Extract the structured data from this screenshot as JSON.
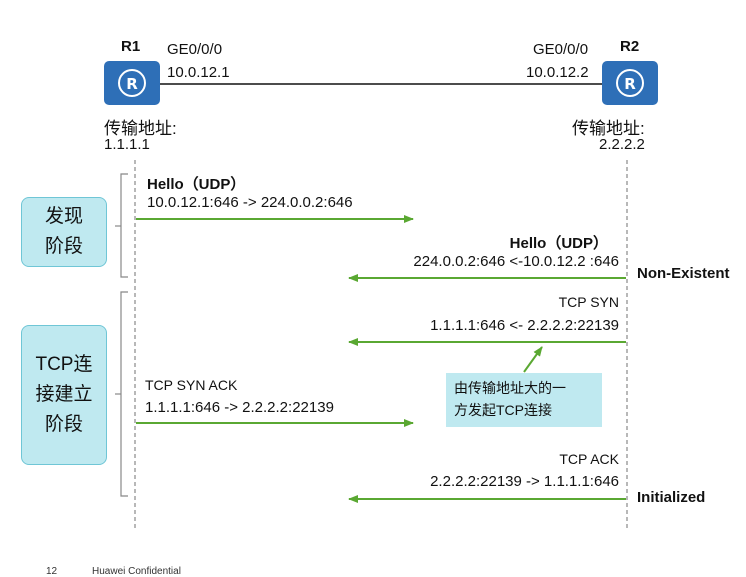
{
  "routers": {
    "r1": {
      "name": "R1",
      "interface": "GE0/0/0",
      "ip": "10.0.12.1",
      "transport_label": "传输地址:",
      "transport_addr": "1.1.1.1",
      "icon": "router-icon"
    },
    "r2": {
      "name": "R2",
      "interface": "GE0/0/0",
      "ip": "10.0.12.2",
      "transport_label": "传输地址:",
      "transport_addr": "2.2.2.2",
      "icon": "router-icon"
    }
  },
  "phases": {
    "discovery": {
      "line1": "发现",
      "line2": "阶段"
    },
    "tcp": {
      "line1": "TCP连",
      "line2": "接建立",
      "line3": "阶段"
    }
  },
  "messages": [
    {
      "title": "Hello（UDP）",
      "detail": "10.0.12.1:646 -> 224.0.0.2:646",
      "direction": "right"
    },
    {
      "title": "Hello（UDP）",
      "detail": "224.0.0.2:646 <-10.0.12.2 :646",
      "direction": "left"
    },
    {
      "title": "TCP SYN",
      "detail": "1.1.1.1:646 <- 2.2.2.2:22139",
      "direction": "left"
    },
    {
      "title": "TCP SYN ACK",
      "detail": "1.1.1.1:646 -> 2.2.2.2:22139",
      "direction": "right"
    },
    {
      "title": "TCP ACK",
      "detail": "2.2.2.2:22139 -> 1.1.1.1:646",
      "direction": "left"
    }
  ],
  "states": {
    "non_existent": "Non-Existent",
    "initialized": "Initialized"
  },
  "note": {
    "line1": "由传输地址大的一",
    "line2": "方发起TCP连接"
  },
  "footer": {
    "page": "12",
    "label": "Huawei Confidential"
  },
  "colors": {
    "arrow": "#5aa832",
    "router": "#2e6fb7",
    "phase_fill": "#bfe9f0",
    "phase_border": "#6fc6d6"
  }
}
